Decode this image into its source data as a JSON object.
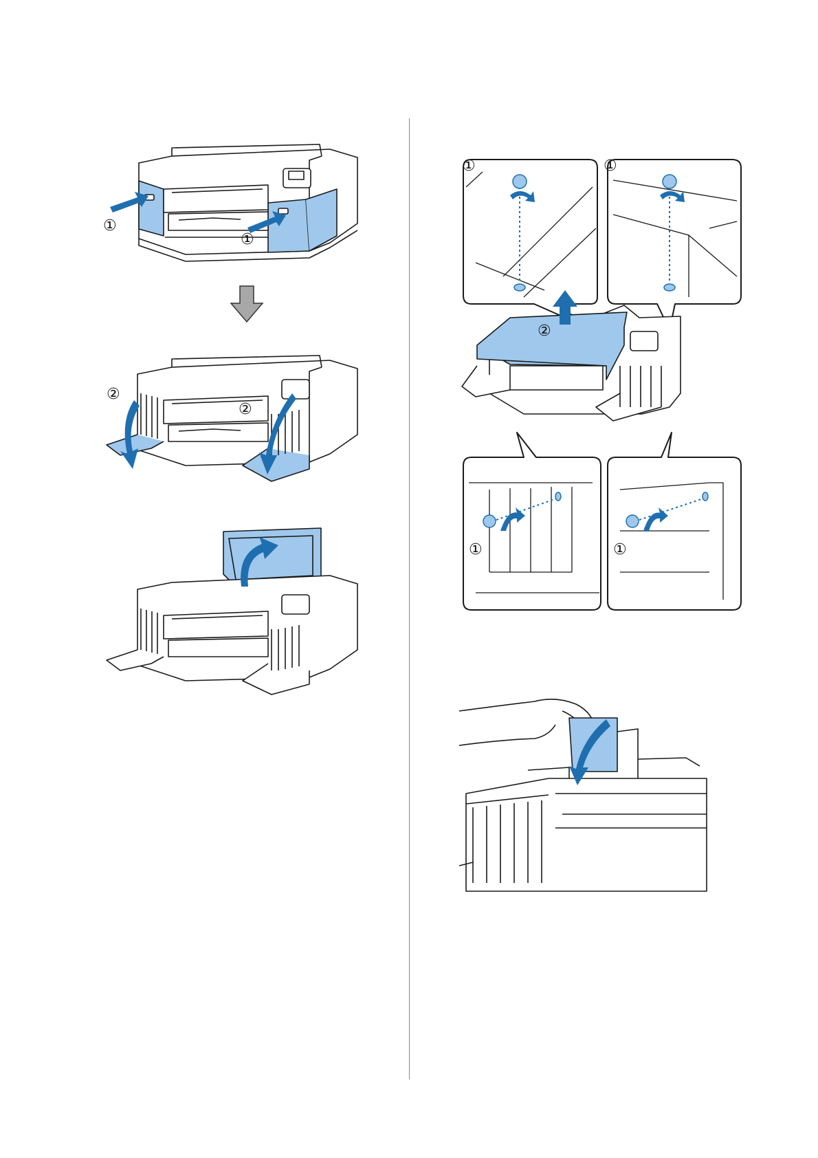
{
  "page": {
    "colors": {
      "highlight": "#9fc8ec",
      "accent_blue": "#1f6fb0",
      "arrow_gray": "#a8a8a8",
      "line": "#1a1a1a"
    },
    "left_column": {
      "step_a": {
        "callouts": [
          "①",
          "①"
        ]
      },
      "step_b": {
        "callouts": [
          "②",
          "②"
        ]
      },
      "step_c": {
        "callouts": []
      },
      "down_arrow": "arrow-down-icon"
    },
    "right_column": {
      "cover_removal": {
        "callouts": {
          "screw_top_left": "①",
          "screw_top_right": "①",
          "lift_cover": "②",
          "screw_bottom_left": "①",
          "screw_bottom_right": "①"
        }
      },
      "hand_lower_cover": {
        "callouts": []
      }
    }
  }
}
